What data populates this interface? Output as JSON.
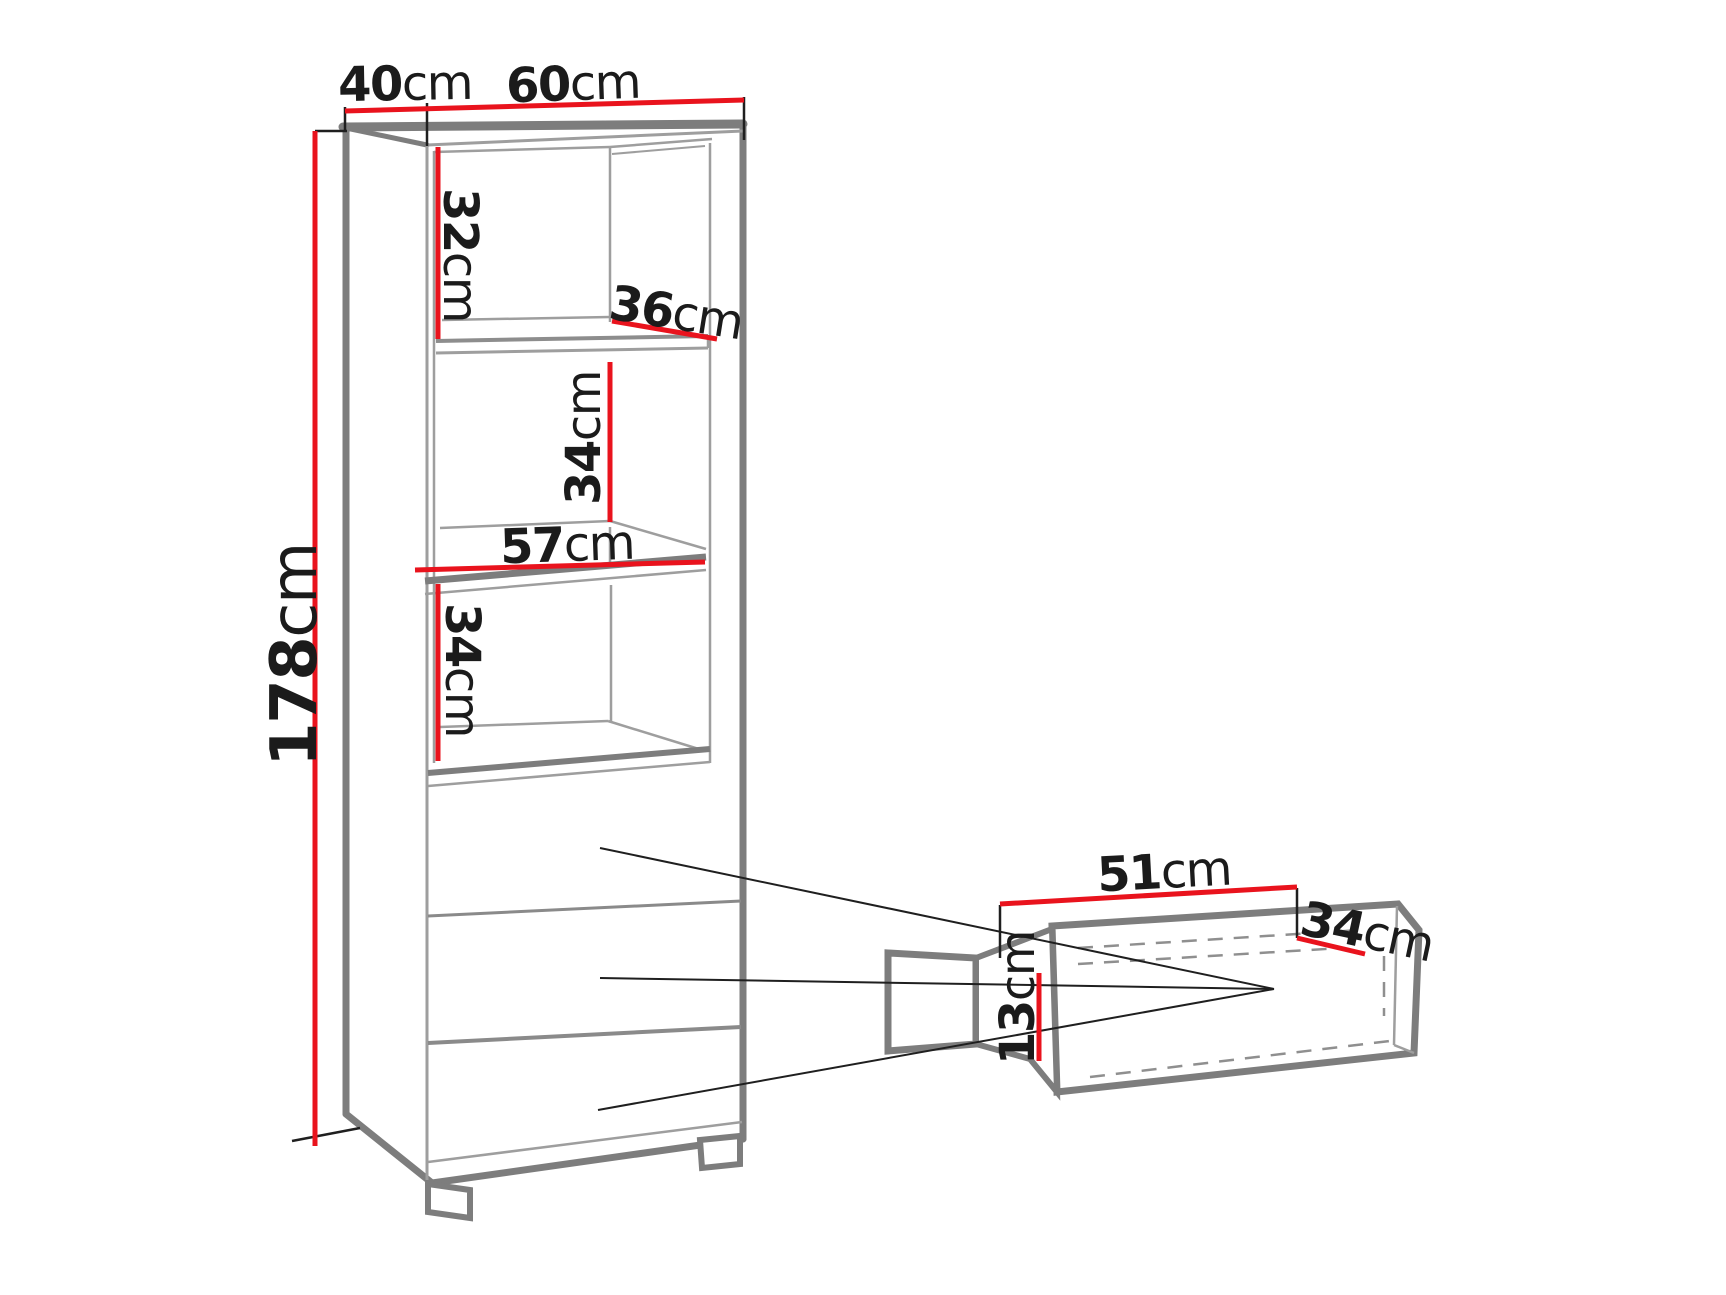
{
  "diagram_type": "furniture-dimension-drawing",
  "unit": "cm",
  "colors": {
    "dimension_red": "#e9131d",
    "edge_gray": "#7d7d7d",
    "thin_gray": "#9e9e9e",
    "line_black": "#1f1f1f",
    "background": "#ffffff"
  },
  "cabinet": {
    "description": "tall open shelving cabinet with three drawers",
    "dimensions": {
      "depth_top": {
        "value": "40",
        "unit": "cm"
      },
      "width_top": {
        "value": "60",
        "unit": "cm"
      },
      "height": {
        "value": "178",
        "unit": "cm"
      },
      "top_opening_height": {
        "value": "32",
        "unit": "cm"
      },
      "shelf_depth": {
        "value": "36",
        "unit": "cm"
      },
      "middle_opening_height": {
        "value": "34",
        "unit": "cm"
      },
      "shelf_width": {
        "value": "57",
        "unit": "cm"
      },
      "lower_opening_height": {
        "value": "34",
        "unit": "cm"
      }
    }
  },
  "drawer_detail": {
    "description": "pull-out drawer box",
    "dimensions": {
      "drawer_width": {
        "value": "51",
        "unit": "cm"
      },
      "drawer_depth": {
        "value": "34",
        "unit": "cm"
      },
      "drawer_front_height": {
        "value": "13",
        "unit": "cm"
      }
    }
  }
}
